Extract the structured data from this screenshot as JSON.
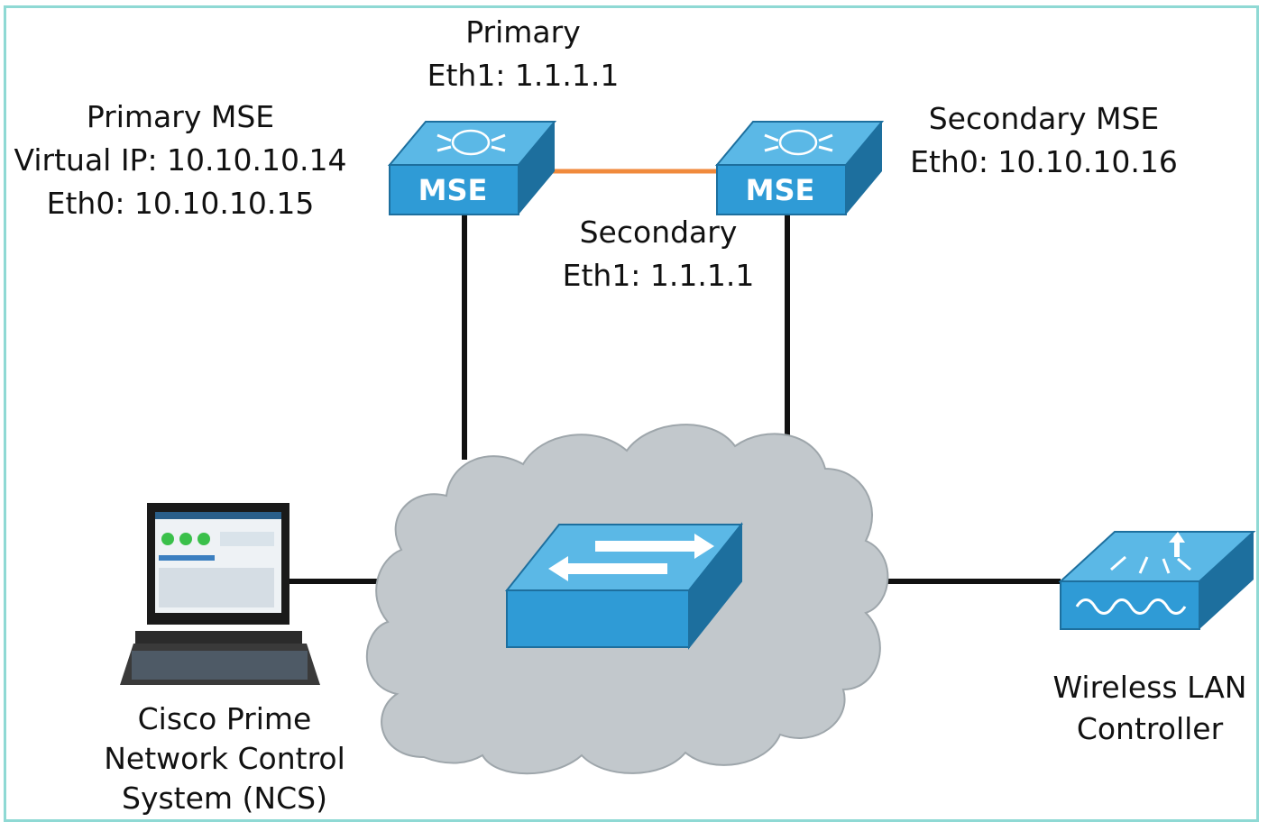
{
  "labels": {
    "primary_mse": [
      "Primary MSE",
      "Virtual IP: 10.10.10.14",
      "Eth0: 10.10.10.15"
    ],
    "primary_link": [
      "Primary",
      "Eth1: 1.1.1.1"
    ],
    "secondary_link": [
      "Secondary",
      "Eth1: 1.1.1.1"
    ],
    "secondary_mse": [
      "Secondary MSE",
      "Eth0: 10.10.10.16"
    ],
    "ncs": [
      "Cisco Prime",
      "Network Control",
      "System (NCS)"
    ],
    "wlc": [
      "Wireless LAN",
      "Controller"
    ]
  },
  "devices": {
    "mse_primary_text": "MSE",
    "mse_secondary_text": "MSE"
  },
  "colors": {
    "device_top": "#5bb8e6",
    "device_front": "#2f9bd6",
    "device_side": "#1d6f9e",
    "cloud": "#c2c8cc",
    "link": "#111111",
    "ha_link": "#f08a3c",
    "frame": "#8fd9d4"
  },
  "icons": [
    "mse-appliance-icon",
    "switch-icon",
    "wireless-lan-controller-icon",
    "workstation-icon",
    "cloud-icon"
  ]
}
